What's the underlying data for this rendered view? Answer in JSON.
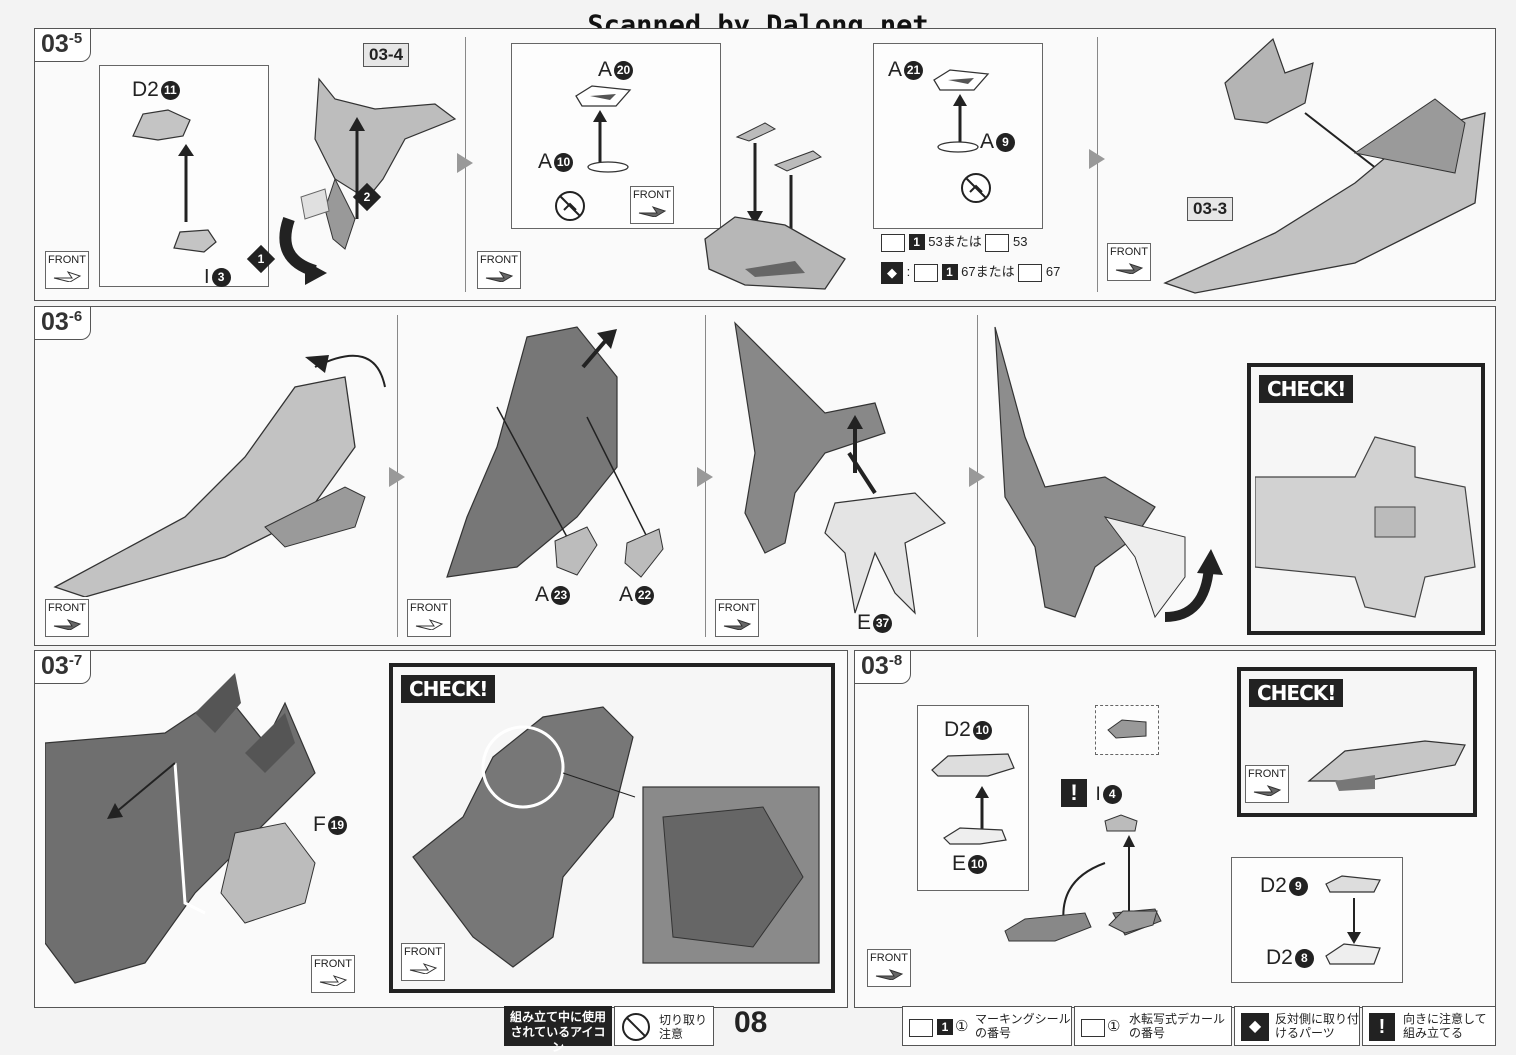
{
  "watermark": "Scanned by Dalong.net",
  "page_number": "08",
  "front_label": "FRONT",
  "check_label": "CHECK!",
  "steps": {
    "s035": {
      "major": "03",
      "minor": "5"
    },
    "s036": {
      "major": "03",
      "minor": "6"
    },
    "s037": {
      "major": "03",
      "minor": "7"
    },
    "s038": {
      "major": "03",
      "minor": "8"
    }
  },
  "refs": {
    "r034": "03-4",
    "r033": "03-3"
  },
  "parts_035": {
    "d2": "D2",
    "d2_num": "11",
    "i": "I",
    "i_num": "3",
    "a20": "A",
    "a20_num": "20",
    "a10": "A",
    "a10_num": "10",
    "a21": "A",
    "a21_num": "21",
    "a9": "A",
    "a9_num": "9",
    "order_1": "1",
    "order_2": "2"
  },
  "decal_note": {
    "line1_num": "1",
    "line1_circ": "53",
    "line1_text": "または",
    "line1_alt": "53",
    "line2_sep": ":",
    "line2_num": "1",
    "line2_circ": "67",
    "line2_text": "または",
    "line2_alt": "67"
  },
  "parts_036": {
    "a23": "A",
    "a23_num": "23",
    "a22": "A",
    "a22_num": "22",
    "e37": "E",
    "e37_num": "37"
  },
  "parts_037": {
    "f19": "F",
    "f19_num": "19"
  },
  "parts_038": {
    "d210": "D2",
    "d210_num": "10",
    "e10": "E",
    "e10_num": "10",
    "i4": "I",
    "i4_num": "4",
    "d29": "D2",
    "d29_num": "9",
    "d28": "D2",
    "d28_num": "8",
    "warn": "!"
  },
  "footer": {
    "icon_title": "組み立て中に使用されているアイコン",
    "cut_note": "切り取り注意",
    "legend_sticker_num": "1",
    "legend_sticker_circ": "①",
    "legend_sticker": "マーキングシールの番号",
    "legend_decal_circ": "①",
    "legend_decal": "水転写式デカールの番号",
    "legend_opposite": "反対側に取り付けるパーツ",
    "legend_direction": "向きに注意して組み立てる",
    "legend_direction_mark": "!"
  },
  "colors": {
    "ink": "#222222",
    "panel_bg": "#fafafa",
    "part_fill": "#c9c9c9",
    "part_dark": "#5a5a5a"
  }
}
